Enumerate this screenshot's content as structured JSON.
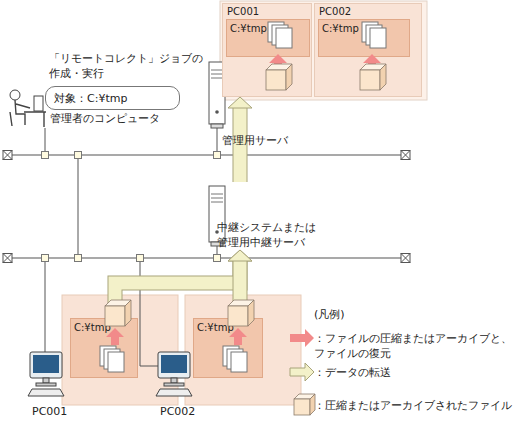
{
  "diagram": {
    "nodes": [
      {
        "text": [
          "「リモートコレクト」ジョブの 作成・実行",
          "対象：C:¥tmp"
        ]
      },
      {
        "text": [
          "PC001"
        ]
      },
      {
        "text": [
          "C:¥tmp"
        ],
        "in": 1
      },
      {
        "text": [
          "PC002"
        ]
      },
      {
        "text": [
          "C:¥tmp"
        ],
        "in": 3
      },
      {
        "text": [
          "管理用サーバ"
        ]
      },
      {
        "text": [
          "中継システムまたは 管理用中継サーバ"
        ]
      },
      {
        "text": [
          "C:¥tmp"
        ]
      },
      {
        "text": [
          "C:¥tmp"
        ]
      }
    ],
    "edges": [
      {
        "from": 7,
        "to": 6,
        "arrow": "to"
      },
      {
        "from": 8,
        "to": 6,
        "arrow": "to"
      },
      {
        "from": 6,
        "to": 1,
        "arrow": "to"
      }
    ],
    "labels": [
      "管理者のコンピュータ",
      "(凡例)",
      "PC001",
      "PC002"
    ],
    "legend": [
      {
        "text": "：ファイルの圧縮またはアーカイブと、 ファイルの復元"
      },
      {
        "text": "：データの転送"
      },
      {
        "text": "：圧縮またはアーカイブされたファイル"
      }
    ]
  }
}
